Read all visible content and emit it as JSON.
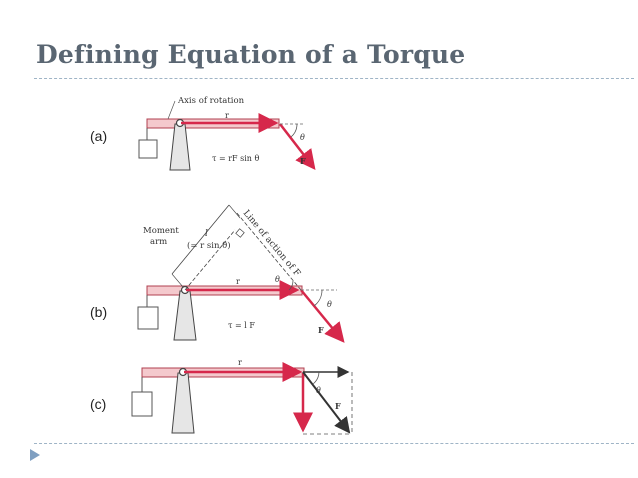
{
  "title": "Defining Equation of a Torque",
  "colors": {
    "title": "#5a6672",
    "rule": "#9fb4c6",
    "bullet": "#7f9fc1",
    "force": "#d6284b",
    "lever": "#f4c9cd"
  },
  "panels": [
    {
      "label": "(a)",
      "axis_label": "Axis of rotation",
      "r_label": "r",
      "theta_label": "θ",
      "force_label": "F",
      "equation": "τ = rF sin θ"
    },
    {
      "label": "(b)",
      "moment_arm_label": "Moment\narm",
      "moment_line1": "Moment",
      "moment_line2": "arm",
      "l_label": "l",
      "l_expr": "(= r sin θ)",
      "line_of_action": "Line of action of F",
      "r_label": "r",
      "theta_label": "θ",
      "force_label": "F",
      "equation": "τ = l F"
    },
    {
      "label": "(c)",
      "r_label": "r",
      "theta_label": "θ",
      "force_label": "F"
    }
  ]
}
